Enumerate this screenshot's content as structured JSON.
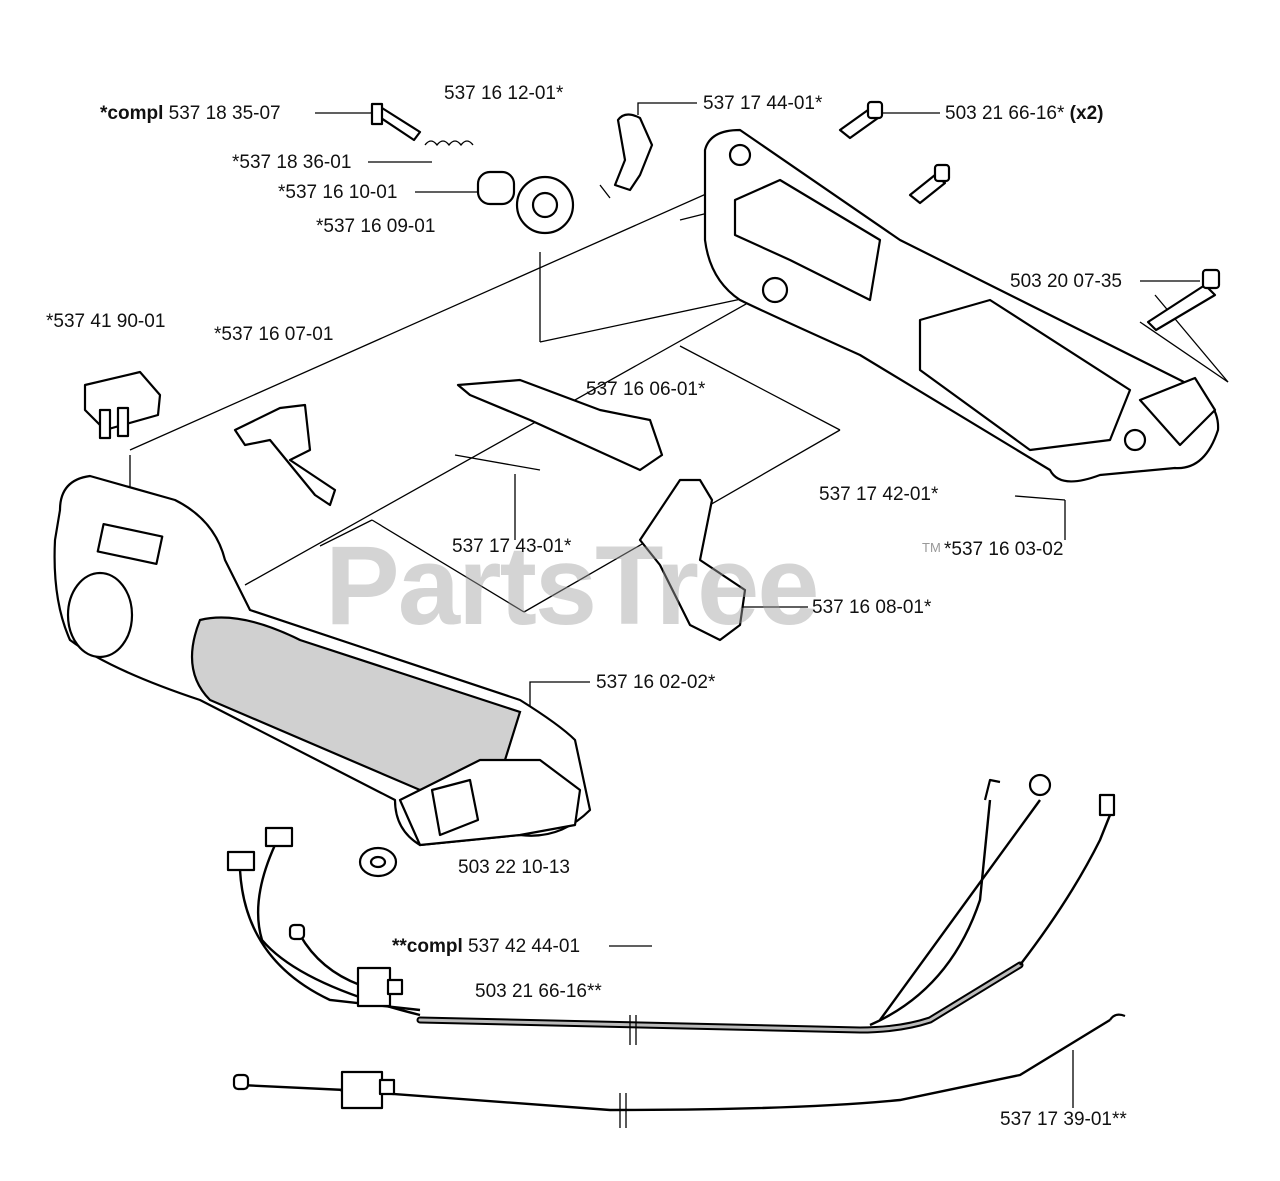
{
  "brand": {
    "watermark": "PartsTree",
    "trademark": "TM"
  },
  "labels": {
    "l01": {
      "prefix": "*compl",
      "number": "537 18 35-07"
    },
    "l02": "537 16 12-01*",
    "l03": "537 17 44-01*",
    "l04": {
      "number": "503 21 66-16*",
      "suffix": "(x2)"
    },
    "l05": "*537 18 36-01",
    "l06": "*537 16 10-01",
    "l07": "*537 16 09-01",
    "l08": "503 20 07-35",
    "l09": "*537 41 90-01",
    "l10": "*537 16 07-01",
    "l11": "537 16 06-01*",
    "l12": "537 17 42-01*",
    "l13": "537 17 43-01*",
    "l14": "*537 16 03-02",
    "l15": "537 16 08-01*",
    "l16": "537 16 02-02*",
    "l17": "503 22 10-13",
    "l18": {
      "prefix": "**compl",
      "number": "537 42 44-01"
    },
    "l19": "503 21 66-16**",
    "l20": "537 17 39-01**"
  }
}
